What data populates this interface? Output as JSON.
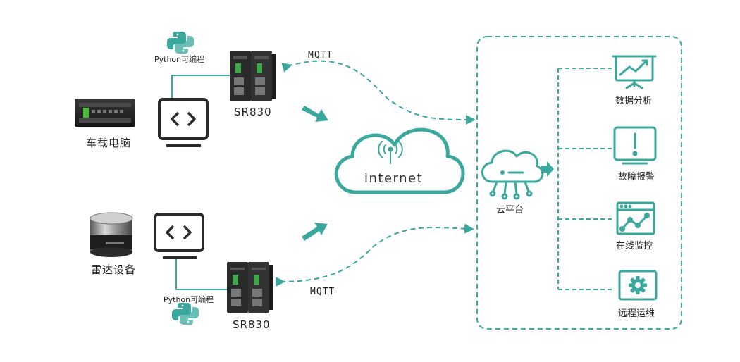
{
  "colors": {
    "accent": "#3aa89d",
    "dark": "#2b2b2b"
  },
  "top_branch": {
    "device_label": "车载电脑",
    "programming_label": "Python可编程",
    "gateway_model": "SR830",
    "protocol": "MQTT"
  },
  "bottom_branch": {
    "device_label": "雷达设备",
    "programming_label": "Python可编程",
    "gateway_model": "SR830",
    "protocol": "MQTT"
  },
  "internet": {
    "label": "internet",
    "icon": "antenna-signal-icon"
  },
  "cloud_platform": {
    "label": "云平台",
    "icon": "cloud-network-icon",
    "services": [
      {
        "label": "数据分析",
        "icon": "presentation-chart-icon"
      },
      {
        "label": "故障报警",
        "icon": "alert-monitor-icon"
      },
      {
        "label": "在线监控",
        "icon": "monitor-line-chart-icon"
      },
      {
        "label": "远程运维",
        "icon": "gear-icon"
      }
    ]
  }
}
